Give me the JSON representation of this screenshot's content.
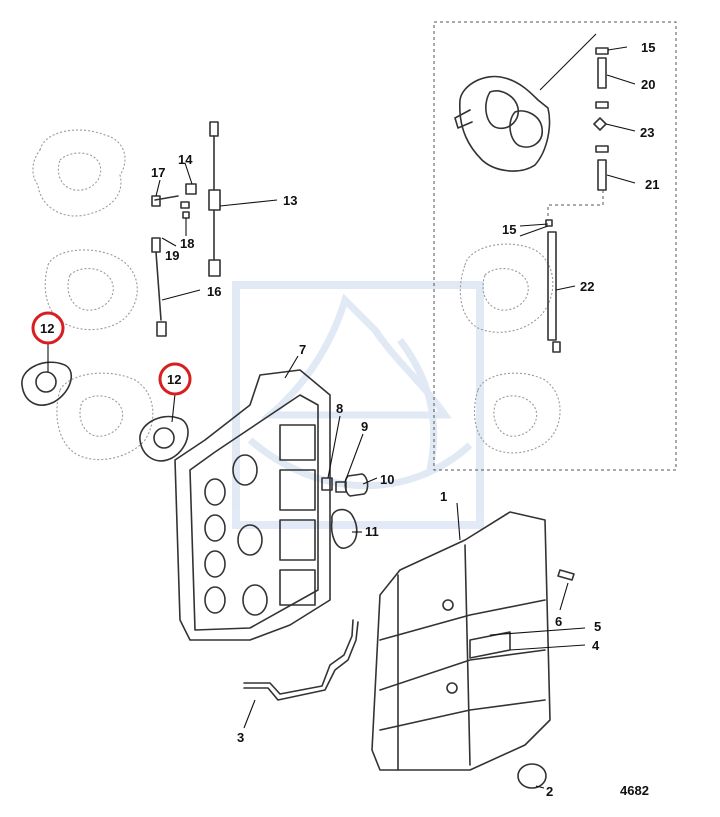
{
  "callouts": {
    "c1": "1",
    "c2": "2",
    "c3": "3",
    "c4": "4",
    "c5": "5",
    "c6": "6",
    "c7": "7",
    "c8": "8",
    "c9": "9",
    "c10": "10",
    "c11": "11",
    "c12a": "12",
    "c12b": "12",
    "c13": "13",
    "c14": "14",
    "c15a": "15",
    "c15b": "15",
    "c16": "16",
    "c17": "17",
    "c18": "18",
    "c19": "19",
    "c20": "20",
    "c21": "21",
    "c22": "22",
    "c23": "23"
  },
  "diagram_ref": "4682",
  "highlight": {
    "color": "#d81e1e",
    "callout": "12"
  },
  "watermark": {
    "color": "#c9d8ee"
  }
}
